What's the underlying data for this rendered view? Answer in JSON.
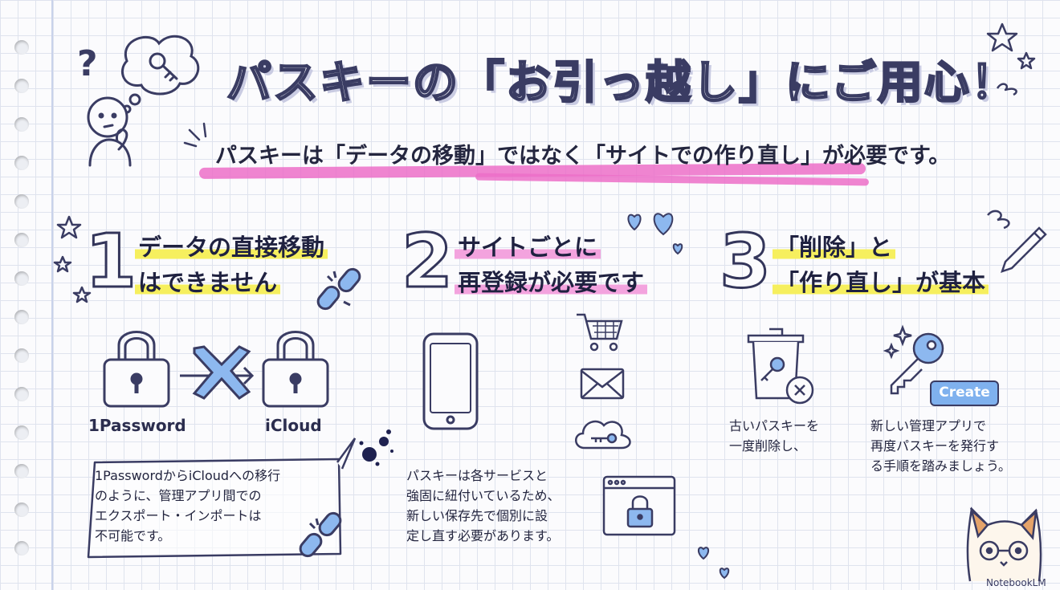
{
  "title": "パスキーの「お引っ越し」にご用心！",
  "subtitle": "パスキーは「データの移動」ではなく「サイトでの作り直し」が必要です。",
  "sections": [
    {
      "number": "1",
      "heading_line1": "データの直接移動",
      "heading_line2": "はできません",
      "source_label": "1Password",
      "target_label": "iCloud",
      "note_lines": [
        "1PasswordからiCloudへの移行",
        "のように、管理アプリ間での",
        "エクスポート・インポートは",
        "不可能です。"
      ]
    },
    {
      "number": "2",
      "heading_line1": "サイトごとに",
      "heading_line2": "再登録が必要です",
      "note_lines": [
        "パスキーは各サービスと",
        "強固に紐付いているため、",
        "新しい保存先で個別に設",
        "定し直す必要があります。"
      ]
    },
    {
      "number": "3",
      "heading_line1": "「削除」と",
      "heading_line2": "「作り直し」が基本",
      "left_note_lines": [
        "古いパスキーを",
        "一度削除し、"
      ],
      "right_note_lines": [
        "新しい管理アプリで",
        "再度パスキーを発行す",
        "る手順を踏みましょう。"
      ],
      "button_label": "Create"
    }
  ],
  "brand": "NotebookLM",
  "colors": {
    "ink": "#3a3c63",
    "accent_blue": "#7fb1ee",
    "highlight_yellow": "#f6ef5e",
    "highlight_pink": "#ec6fc8"
  }
}
